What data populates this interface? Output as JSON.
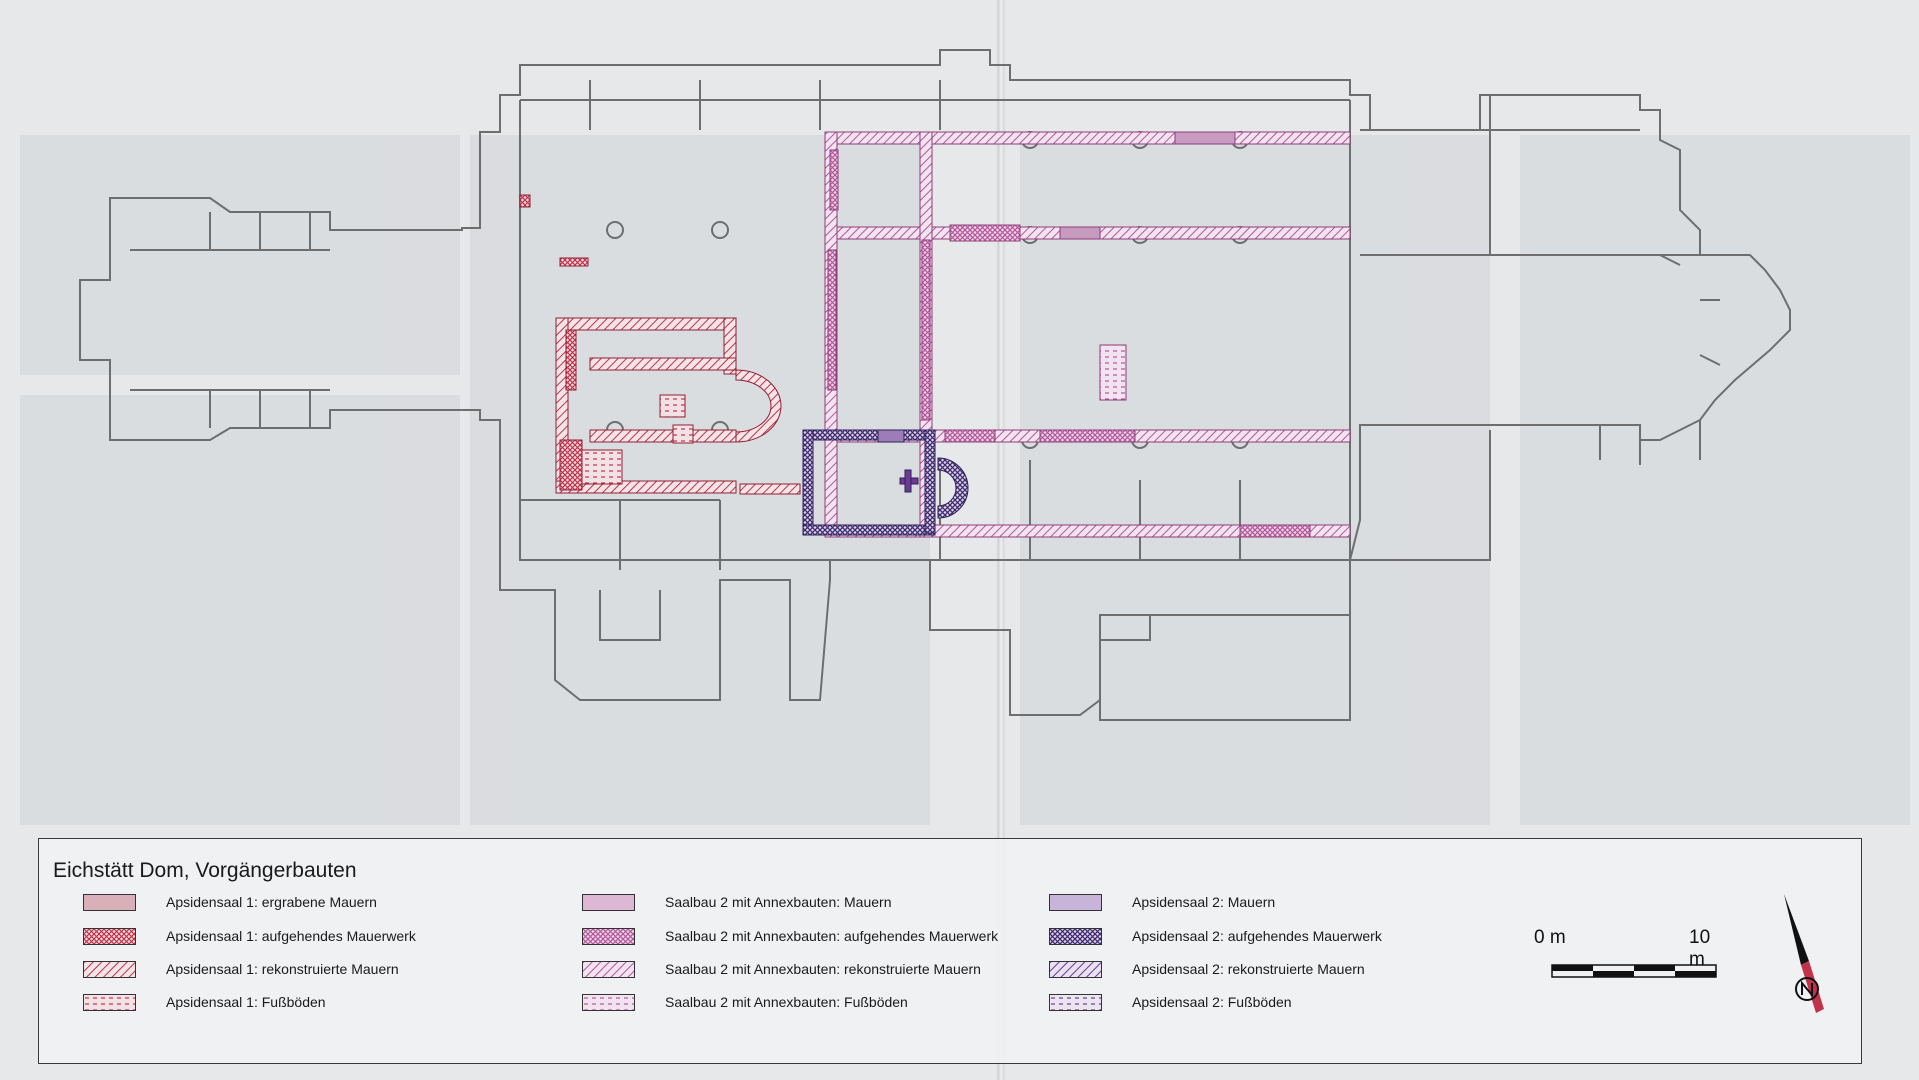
{
  "legend": {
    "title": "Eichstätt Dom, Vorgängerbauten",
    "items": [
      {
        "label": "Apsidensaal 1: ergrabene Mauern",
        "pattern": "solid-red"
      },
      {
        "label": "Apsidensaal 1: aufgehendes Mauerwerk",
        "pattern": "cross-red"
      },
      {
        "label": "Apsidensaal 1: rekonstruierte Mauern",
        "pattern": "hatch-red"
      },
      {
        "label": "Apsidensaal 1: Fußböden",
        "pattern": "dash-red"
      },
      {
        "label": "Saalbau 2 mit Annexbauten: Mauern",
        "pattern": "solid-pink"
      },
      {
        "label": "Saalbau 2 mit Annexbauten: aufgehendes Mauerwerk",
        "pattern": "cross-pink"
      },
      {
        "label": "Saalbau 2 mit Annexbauten: rekonstruierte Mauern",
        "pattern": "hatch-pink"
      },
      {
        "label": "Saalbau 2 mit Annexbauten: Fußböden",
        "pattern": "dash-pink"
      },
      {
        "label": "Apsidensaal 2: Mauern",
        "pattern": "solid-violet"
      },
      {
        "label": "Apsidensaal 2: aufgehendes Mauerwerk",
        "pattern": "cross-violet"
      },
      {
        "label": "Apsidensaal 2: rekonstruierte Mauern",
        "pattern": "hatch-violet"
      },
      {
        "label": "Apsidensaal 2: Fußböden",
        "pattern": "dash-violet"
      }
    ]
  },
  "scale": {
    "start_label": "0 m",
    "end_label": "10 m"
  },
  "colors": {
    "apsidensaal_1": "#c0334a",
    "saalbau_2": "#b4569a",
    "apsidensaal_2": "#6c3b91",
    "outline": "#6e6e6e",
    "paper": "#e6e8ea"
  }
}
